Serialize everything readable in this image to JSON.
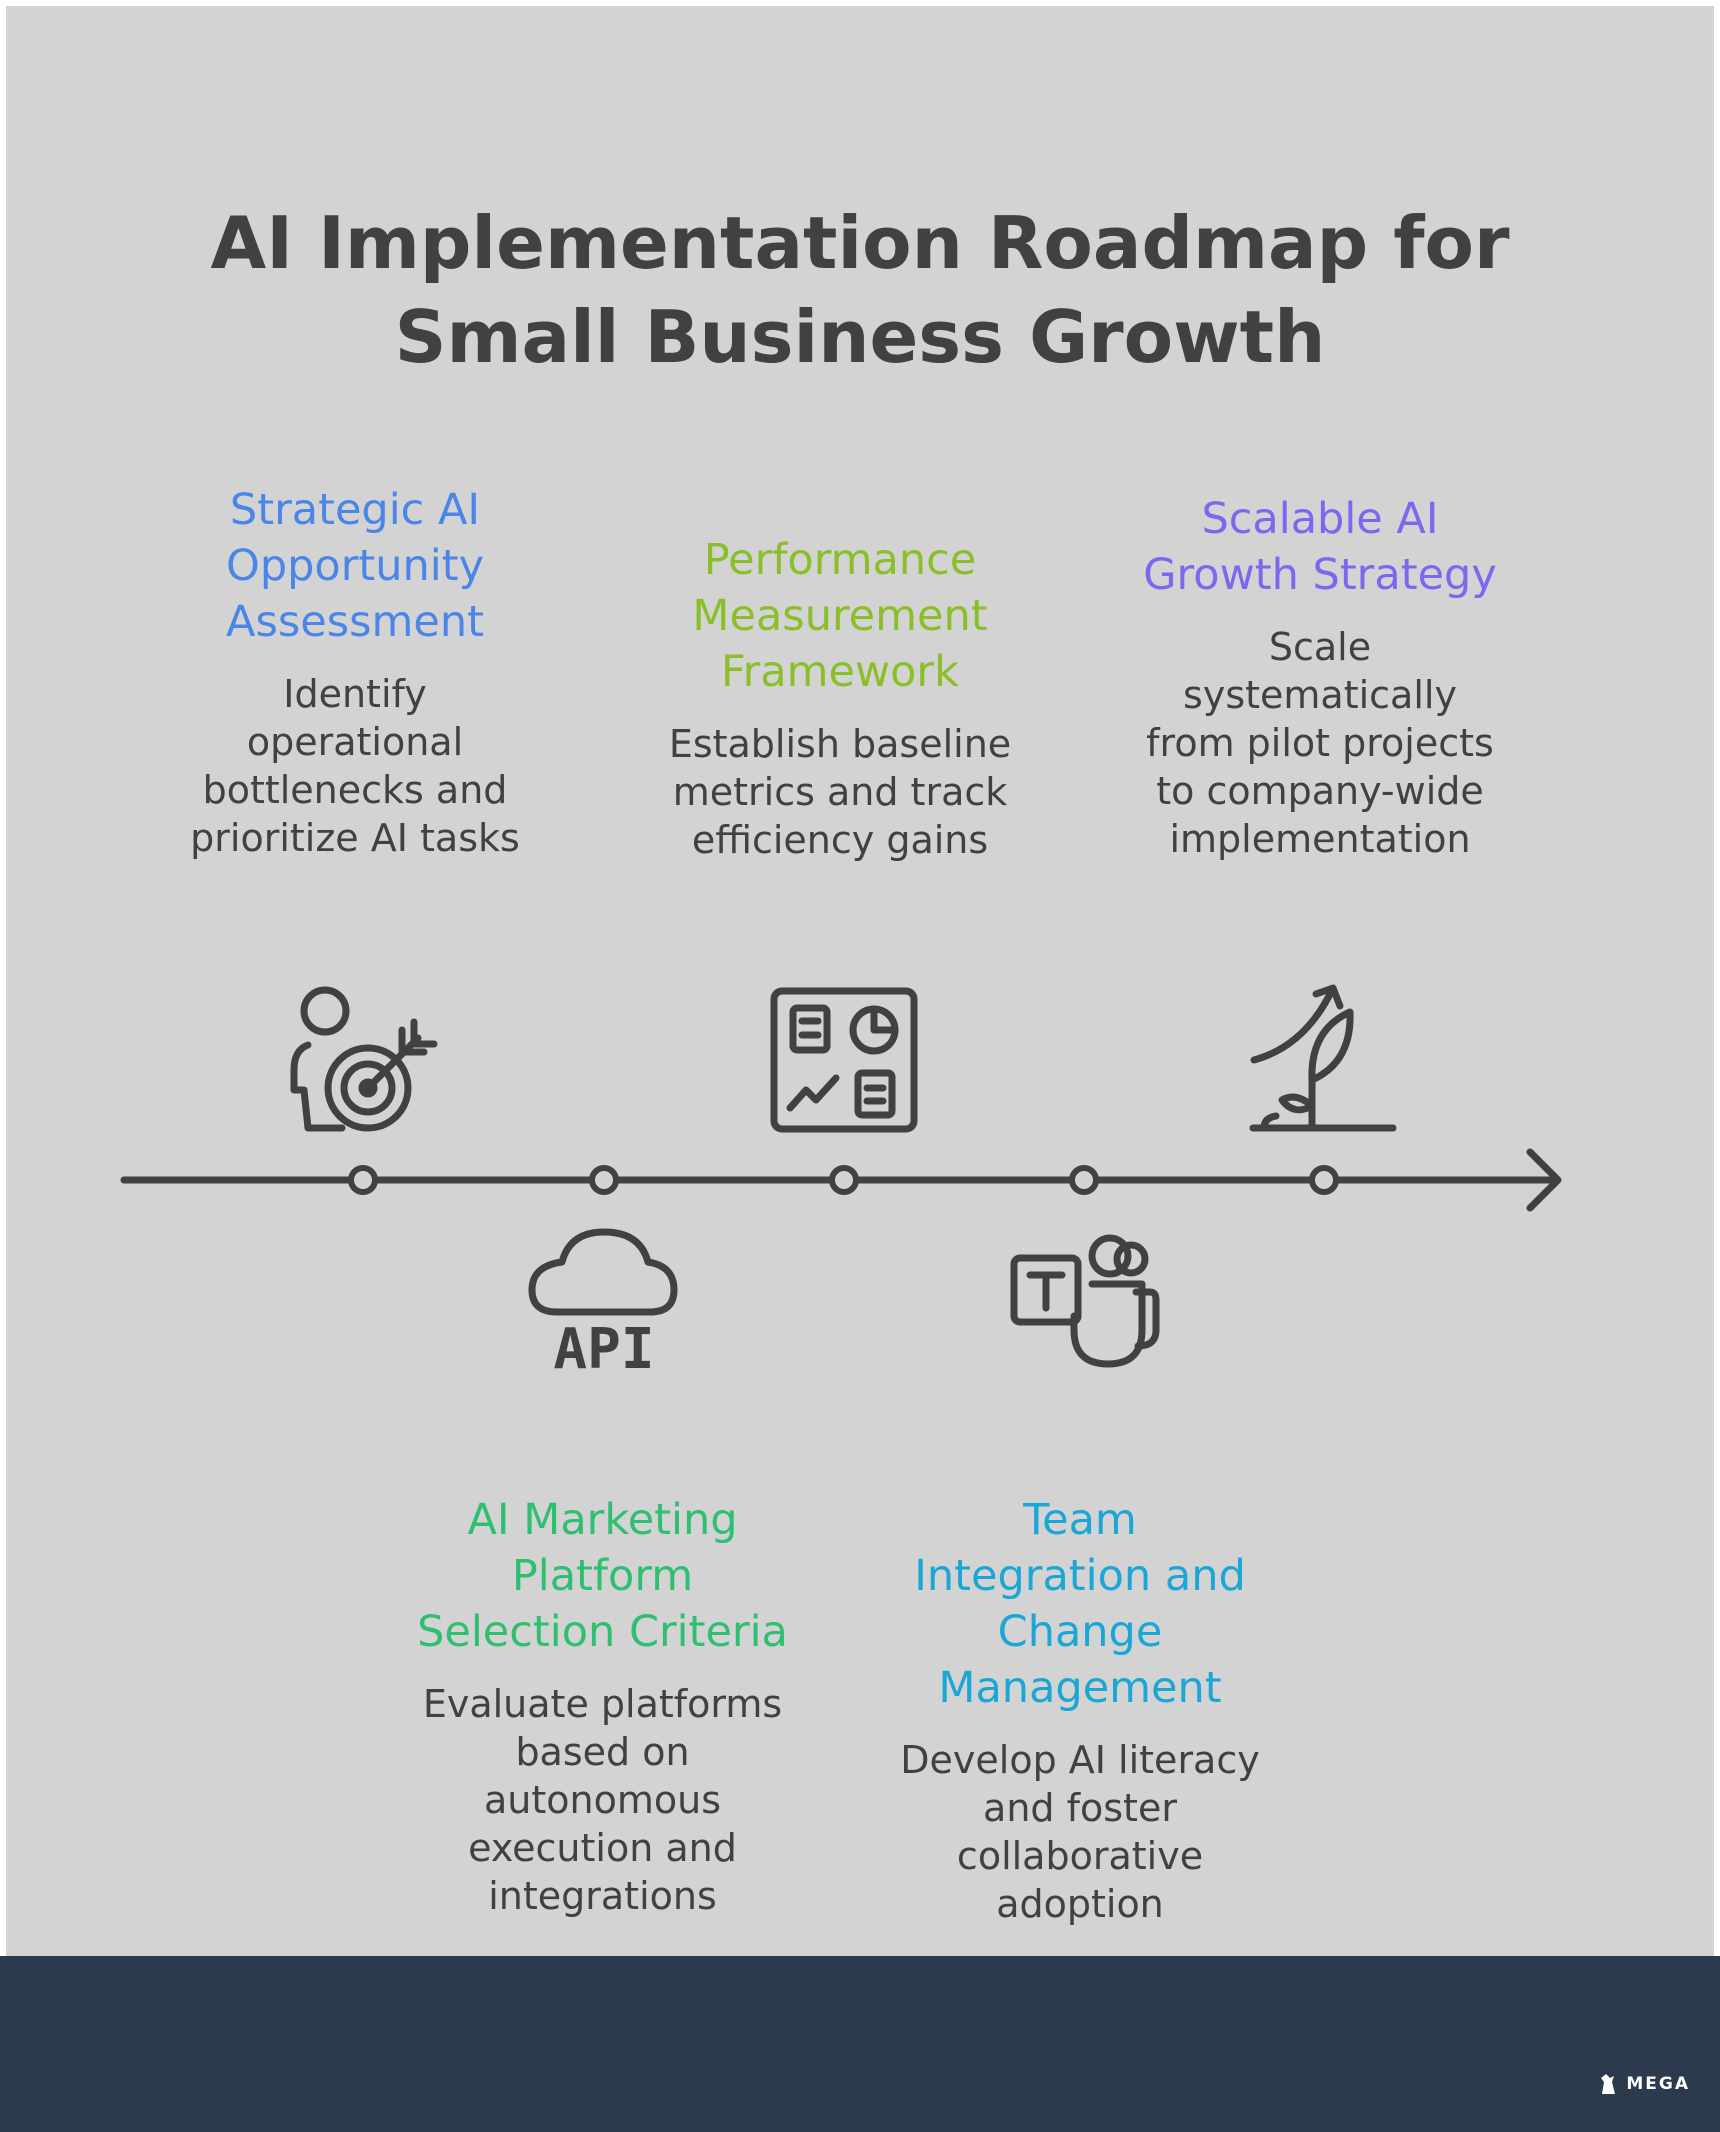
{
  "title": "AI Implementation Roadmap for Small Business Growth",
  "steps": [
    {
      "heading": "Strategic AI Opportunity Assessment",
      "description": "Identify operational bottlenecks and prioritize AI tasks",
      "icon": "person-target-icon",
      "color": "#4a86e8"
    },
    {
      "heading": "AI Marketing Platform Selection Criteria",
      "description": "Evaluate platforms based on autonomous execution and integrations",
      "icon": "cloud-api-icon",
      "color": "#2fbf71"
    },
    {
      "heading": "Performance Measurement Framework",
      "description": "Establish baseline metrics and track efficiency gains",
      "icon": "dashboard-icon",
      "color": "#8bbf2a"
    },
    {
      "heading": "Team Integration and Change Management",
      "description": "Develop AI literacy and foster collaborative adoption",
      "icon": "teams-icon",
      "color": "#1aa7d6"
    },
    {
      "heading": "Scalable AI Growth Strategy",
      "description": "Scale systematically from pilot projects to company-wide implementation",
      "icon": "growth-plant-icon",
      "color": "#7b68ee"
    }
  ],
  "footer": {
    "brand": "MEGA"
  },
  "colors": {
    "background": "#d3d3d3",
    "line": "#414141",
    "footer": "#2b3a4c"
  }
}
